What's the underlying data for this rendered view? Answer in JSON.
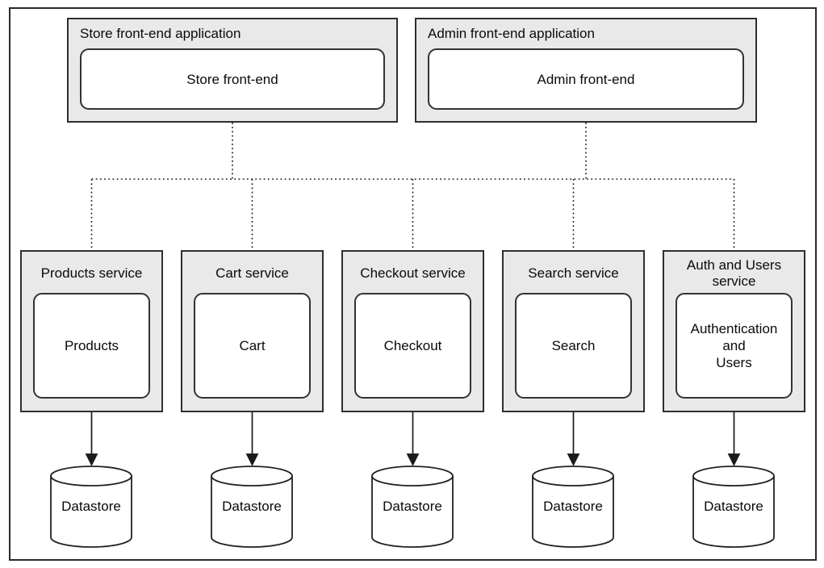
{
  "diagram": {
    "title_hint": "Microservices architecture diagram",
    "colors": {
      "background": "#ffffff",
      "box_fill": "#e9e9e9",
      "box_border": "#2f2f2f",
      "inner_fill": "#ffffff",
      "inner_border": "#333333",
      "line": "#1a1a1a",
      "text": "#0a0a0a"
    },
    "frontends": [
      {
        "label": "Store front-end application",
        "title": "Store front-end"
      },
      {
        "label": "Admin front-end application",
        "title": "Admin front-end"
      }
    ],
    "services": [
      {
        "label": "Products service",
        "title": "Products",
        "datastore_label": "Datastore"
      },
      {
        "label": "Cart service",
        "title": "Cart",
        "datastore_label": "Datastore"
      },
      {
        "label": "Checkout service",
        "title": "Checkout",
        "datastore_label": "Datastore"
      },
      {
        "label": "Search service",
        "title": "Search",
        "datastore_label": "Datastore"
      },
      {
        "label": "Auth and Users\nservice",
        "title": "Authentication\nand\nUsers",
        "datastore_label": "Datastore"
      }
    ]
  }
}
